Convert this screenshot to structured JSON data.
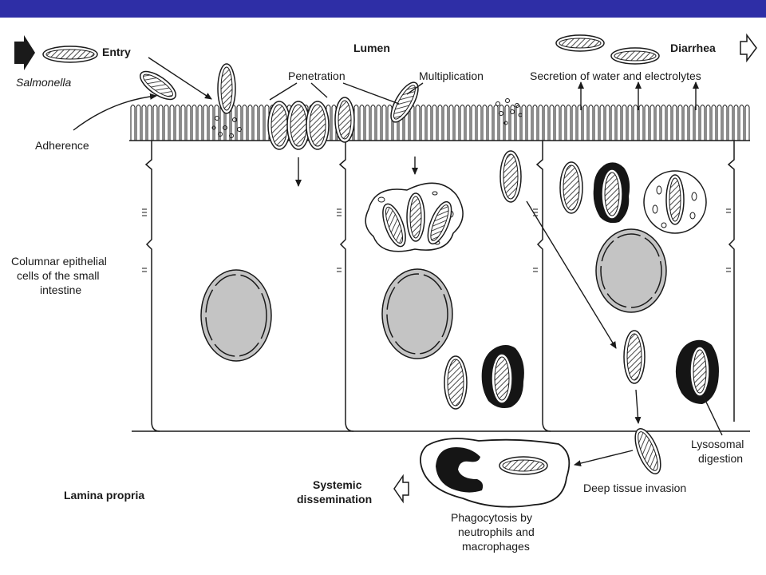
{
  "labels": {
    "entry": "Entry",
    "salmonella": "Salmonella",
    "adherence": "Adherence",
    "lumen": "Lumen",
    "penetration": "Penetration",
    "multiplication": "Multiplication",
    "secretion": "Secretion of water and electrolytes",
    "diarrhea": "Diarrhea",
    "columnar_line1": "Columnar epithelial",
    "columnar_line2": "cells of the small",
    "columnar_line3": "intestine",
    "lamina_propria": "Lamina propria",
    "systemic_line1": "Systemic",
    "systemic_line2": "dissemination",
    "phago_line1": "Phagocytosis by",
    "phago_line2": "neutrophils and",
    "phago_line3": "macrophages",
    "deep_tissue": "Deep tissue invasion",
    "lysosomal_line1": "Lysosomal",
    "lysosomal_line2": "digestion"
  },
  "colors": {
    "header_bar": "#2e2ea6",
    "line": "#1a1a1a",
    "nucleus_fill": "#c4c4c4",
    "lysosome_fill": "#151515"
  }
}
